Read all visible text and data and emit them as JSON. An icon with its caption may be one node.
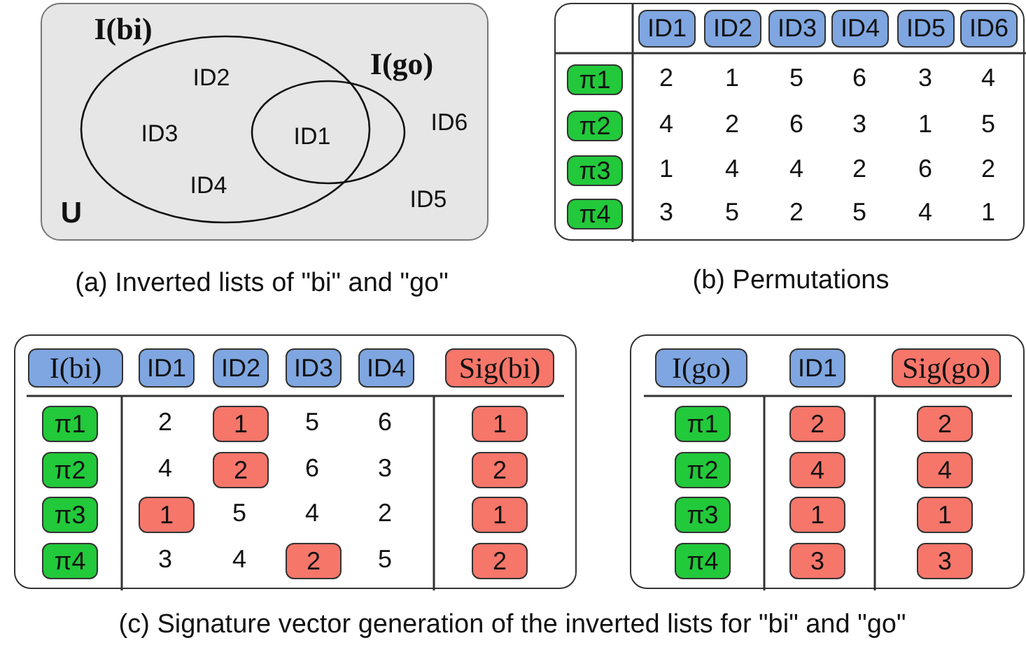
{
  "diagram": {
    "nodes": [
      {
        "text": [
          "U",
          "ID6",
          "ID5"
        ]
      },
      {
        "text": [
          "I(bi)",
          "ID2",
          "ID3",
          "ID4"
        ],
        "in": 0
      },
      {
        "text": [
          "I(go)",
          "ID1"
        ],
        "in": 0
      },
      {
        "text": [],
        "shape": "box"
      },
      {
        "text": [
          "ID1"
        ],
        "in": 3
      },
      {
        "text": [
          "ID2"
        ],
        "in": 3
      },
      {
        "text": [
          "ID3"
        ],
        "in": 3
      },
      {
        "text": [
          "ID4"
        ],
        "in": 3
      },
      {
        "text": [
          "ID5"
        ],
        "in": 3
      },
      {
        "text": [
          "ID6"
        ],
        "in": 3
      },
      {
        "text": [
          "π1"
        ],
        "in": 3
      },
      {
        "text": [
          "π2"
        ],
        "in": 3
      },
      {
        "text": [
          "π3"
        ],
        "in": 3
      },
      {
        "text": [
          "π4"
        ],
        "in": 3
      },
      {
        "text": [],
        "shape": "box"
      },
      {
        "text": [
          "I(bi)"
        ],
        "in": 14
      },
      {
        "text": [
          "ID1"
        ],
        "in": 14
      },
      {
        "text": [
          "ID2"
        ],
        "in": 14
      },
      {
        "text": [
          "ID3"
        ],
        "in": 14
      },
      {
        "text": [
          "ID4"
        ],
        "in": 14
      },
      {
        "text": [
          "Sig(bi)"
        ],
        "in": 14
      },
      {
        "text": [
          "π1"
        ],
        "in": 14
      },
      {
        "text": [
          "1"
        ],
        "in": 14
      },
      {
        "text": [
          "1"
        ],
        "in": 14
      },
      {
        "text": [
          "π2"
        ],
        "in": 14
      },
      {
        "text": [
          "2"
        ],
        "in": 14
      },
      {
        "text": [
          "2"
        ],
        "in": 14
      },
      {
        "text": [
          "π3"
        ],
        "in": 14
      },
      {
        "text": [
          "1"
        ],
        "in": 14
      },
      {
        "text": [
          "1"
        ],
        "in": 14
      },
      {
        "text": [
          "π4"
        ],
        "in": 14
      },
      {
        "text": [
          "2"
        ],
        "in": 14
      },
      {
        "text": [
          "2"
        ],
        "in": 14
      },
      {
        "text": [],
        "shape": "box"
      },
      {
        "text": [
          "I(go)"
        ],
        "in": 33
      },
      {
        "text": [
          "ID1"
        ],
        "in": 33
      },
      {
        "text": [
          "Sig(go)"
        ],
        "in": 33
      },
      {
        "text": [
          "π1"
        ],
        "in": 33
      },
      {
        "text": [
          "2"
        ],
        "in": 33
      },
      {
        "text": [
          "2"
        ],
        "in": 33
      },
      {
        "text": [
          "π2"
        ],
        "in": 33
      },
      {
        "text": [
          "4"
        ],
        "in": 33
      },
      {
        "text": [
          "4"
        ],
        "in": 33
      },
      {
        "text": [
          "π3"
        ],
        "in": 33
      },
      {
        "text": [
          "1"
        ],
        "in": 33
      },
      {
        "text": [
          "1"
        ],
        "in": 33
      },
      {
        "text": [
          "π4"
        ],
        "in": 33
      },
      {
        "text": [
          "3"
        ],
        "in": 33
      },
      {
        "text": [
          "3"
        ],
        "in": 33
      }
    ],
    "labels": [
      "2",
      "1",
      "5",
      "6",
      "3",
      "4",
      "4",
      "2",
      "6",
      "3",
      "1",
      "5",
      "1",
      "4",
      "4",
      "2",
      "6",
      "2",
      "3",
      "5",
      "2",
      "5",
      "4",
      "1",
      "(a) Inverted lists of \"bi\" and \"go\"",
      "(b) Permutations",
      "2",
      "5",
      "6",
      "4",
      "6",
      "3",
      "5",
      "4",
      "2",
      "3",
      "4",
      "5",
      "(c) Signature vector generation of the inverted lists for \"bi\" and \"go\""
    ]
  }
}
